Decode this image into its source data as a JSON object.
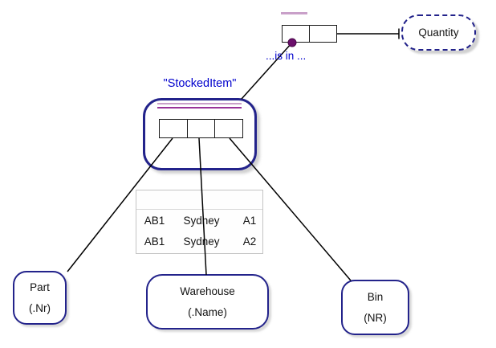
{
  "diagram": {
    "objectified_fact": {
      "label": "\"StockedItem\"",
      "role_count": 3
    },
    "binary_fact": {
      "reading": "...is in ...",
      "role_count": 2
    },
    "entities": {
      "part": {
        "name": "Part",
        "ref": "(.Nr)"
      },
      "warehouse": {
        "name": "Warehouse",
        "ref": "(.Name)"
      },
      "bin": {
        "name": "Bin",
        "ref": "(NR)"
      },
      "quantity": {
        "name": "Quantity"
      }
    },
    "fact_table": {
      "rows": [
        {
          "cells": [
            "AB1",
            "Sydney",
            "A1"
          ]
        },
        {
          "cells": [
            "AB1",
            "Sydney",
            "A2"
          ]
        }
      ]
    },
    "colors": {
      "frame_blue": "#23238B",
      "label_blue": "#0000CD",
      "uniqueness_purple": "#993399",
      "uniqueness_light_purple": "#C9A0C9",
      "mandatory_dot_purple": "#6B0F6B",
      "connector_black": "#000000",
      "table_border_gray": "#C4C4C4"
    }
  }
}
